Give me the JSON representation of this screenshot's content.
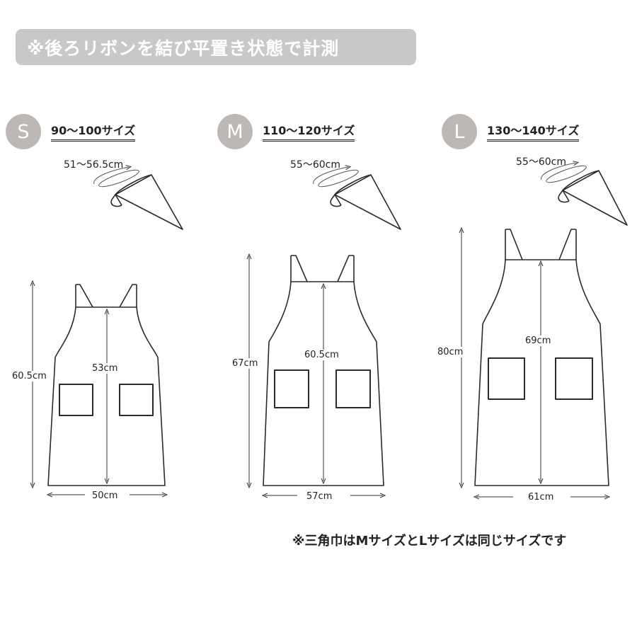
{
  "banner": {
    "text": "※後ろリボンを結び平置き状態で計測"
  },
  "sizes": [
    {
      "badge": "S",
      "range": "90〜100サイズ",
      "hat": "51〜56.5cm",
      "total_length": "60.5cm",
      "inner_length": "53cm",
      "width": "50cm"
    },
    {
      "badge": "M",
      "range": "110〜120サイズ",
      "hat": "55〜60cm",
      "total_length": "67cm",
      "inner_length": "60.5cm",
      "width": "57cm"
    },
    {
      "badge": "L",
      "range": "130〜140サイズ",
      "hat": "55〜60cm",
      "total_length": "80cm",
      "inner_length": "69cm",
      "width": "61cm"
    }
  ],
  "note": {
    "text": "※三角巾はMサイズとLサイズは同じサイズです"
  }
}
